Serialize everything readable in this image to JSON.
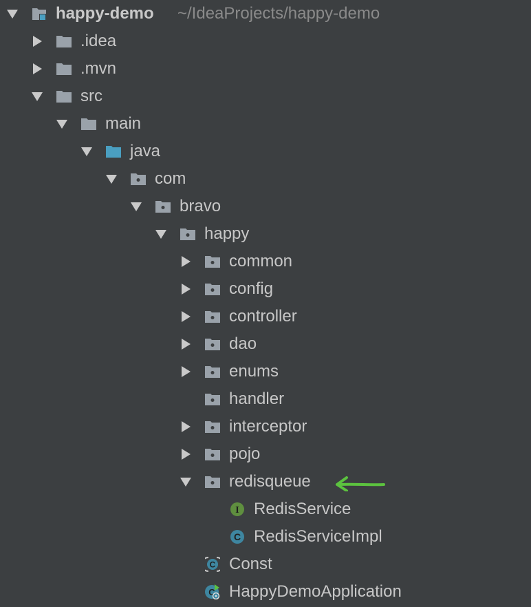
{
  "project": {
    "name": "happy-demo",
    "path": "~/IdeaProjects/happy-demo"
  },
  "colors": {
    "background": "#3c3f41",
    "folder": "#9aa2aa",
    "source_folder": "#4a9fc1",
    "interface_badge": "#5f8f3f",
    "class_badge": "#3e86a0",
    "arrow": "#5cc23f"
  },
  "tree": [
    {
      "label": "happy-demo",
      "depth": 0,
      "expand": "open",
      "icon": "module-icon",
      "name": "project-root"
    },
    {
      "label": ".idea",
      "depth": 1,
      "expand": "closed",
      "icon": "folder-icon",
      "name": "tree-item-idea"
    },
    {
      "label": ".mvn",
      "depth": 1,
      "expand": "closed",
      "icon": "folder-icon",
      "name": "tree-item-mvn"
    },
    {
      "label": "src",
      "depth": 1,
      "expand": "open",
      "icon": "folder-icon",
      "name": "tree-item-src"
    },
    {
      "label": "main",
      "depth": 2,
      "expand": "open",
      "icon": "folder-icon",
      "name": "tree-item-main"
    },
    {
      "label": "java",
      "depth": 3,
      "expand": "open",
      "icon": "source-folder-icon",
      "name": "tree-item-java"
    },
    {
      "label": "com",
      "depth": 4,
      "expand": "open",
      "icon": "package-icon",
      "name": "tree-item-com"
    },
    {
      "label": "bravo",
      "depth": 5,
      "expand": "open",
      "icon": "package-icon",
      "name": "tree-item-bravo"
    },
    {
      "label": "happy",
      "depth": 6,
      "expand": "open",
      "icon": "package-icon",
      "name": "tree-item-happy"
    },
    {
      "label": "common",
      "depth": 7,
      "expand": "closed",
      "icon": "package-icon",
      "name": "tree-item-common"
    },
    {
      "label": "config",
      "depth": 7,
      "expand": "closed",
      "icon": "package-icon",
      "name": "tree-item-config"
    },
    {
      "label": "controller",
      "depth": 7,
      "expand": "closed",
      "icon": "package-icon",
      "name": "tree-item-controller"
    },
    {
      "label": "dao",
      "depth": 7,
      "expand": "closed",
      "icon": "package-icon",
      "name": "tree-item-dao"
    },
    {
      "label": "enums",
      "depth": 7,
      "expand": "closed",
      "icon": "package-icon",
      "name": "tree-item-enums"
    },
    {
      "label": "handler",
      "depth": 7,
      "expand": "none",
      "icon": "package-icon",
      "name": "tree-item-handler"
    },
    {
      "label": "interceptor",
      "depth": 7,
      "expand": "closed",
      "icon": "package-icon",
      "name": "tree-item-interceptor"
    },
    {
      "label": "pojo",
      "depth": 7,
      "expand": "closed",
      "icon": "package-icon",
      "name": "tree-item-pojo"
    },
    {
      "label": "redisqueue",
      "depth": 7,
      "expand": "open",
      "icon": "package-icon",
      "name": "tree-item-redisqueue"
    },
    {
      "label": "RedisService",
      "depth": 8,
      "expand": "none",
      "icon": "interface-icon",
      "name": "tree-item-redisservice"
    },
    {
      "label": "RedisServiceImpl",
      "depth": 8,
      "expand": "none",
      "icon": "class-icon",
      "name": "tree-item-redisserviceimpl"
    },
    {
      "label": "Const",
      "depth": 7,
      "expand": "none",
      "icon": "final-class-icon",
      "name": "tree-item-const"
    },
    {
      "label": "HappyDemoApplication",
      "depth": 7,
      "expand": "none",
      "icon": "spring-boot-class-icon",
      "name": "tree-item-happydemoapplication"
    }
  ],
  "annotation": {
    "icon": "arrow-left-icon",
    "target": "redisqueue"
  }
}
